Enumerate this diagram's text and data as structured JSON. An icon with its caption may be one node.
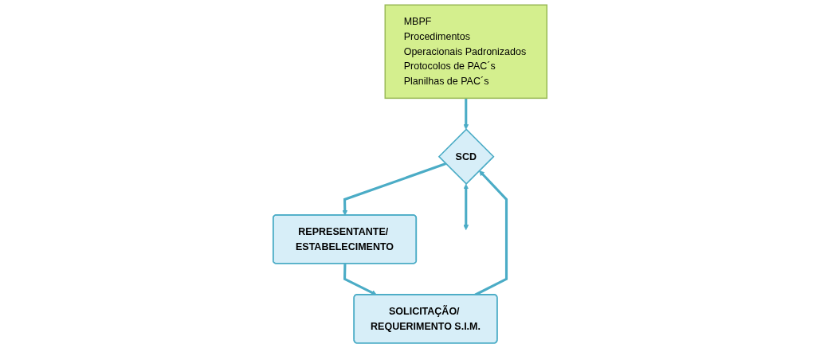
{
  "diagram": {
    "nodes": [
      {
        "text": [
          "MBPF",
          "Procedimentos Operacionais Padronizados",
          "Protocolos de PAC´s Planilhas de PAC´s"
        ]
      },
      {
        "text": [
          "SOLICITAÇÃO/ REQUERIMENTO S.I.M."
        ]
      },
      {
        "text": [
          "REPRESENTANTE/ ESTABELECIMENTO"
        ]
      },
      {
        "text": [
          "SCD"
        ]
      }
    ],
    "edges": [
      {
        "from": 2,
        "to": 1,
        "arrow": "to"
      },
      {
        "from": 0,
        "to": 3,
        "arrow": "to"
      },
      {
        "from": 1,
        "to": 3,
        "arrow": "to"
      },
      {
        "from": 3,
        "to": 2,
        "arrow": "to"
      },
      {
        "from": 3,
        "to": null,
        "arrow": "both"
      }
    ]
  }
}
